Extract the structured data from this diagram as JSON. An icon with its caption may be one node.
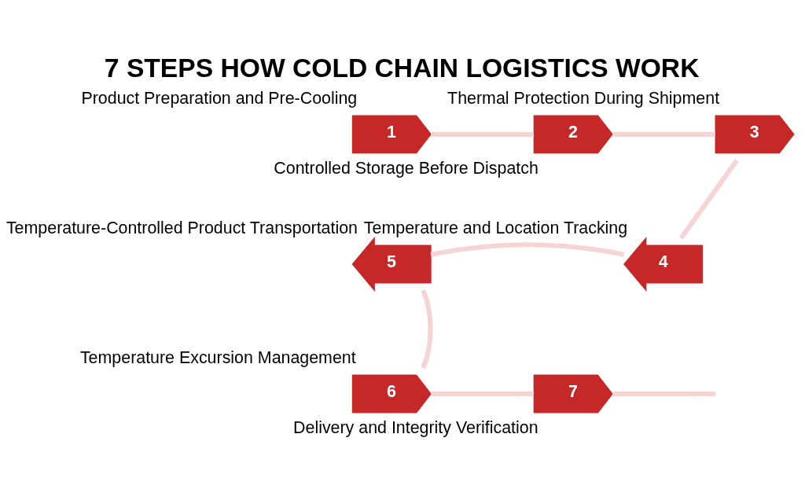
{
  "diagram": {
    "title": "7 STEPS HOW COLD CHAIN LOGISTICS WORK",
    "nodes": [
      {
        "text": [
          "1"
        ],
        "beside": [
          "Product Preparation and Pre-Cooling"
        ]
      },
      {
        "text": [
          "2"
        ],
        "beside": [
          "Controlled Storage Before Dispatch"
        ]
      },
      {
        "text": [
          "3"
        ],
        "beside": [
          "Thermal Protection During Shipment"
        ]
      },
      {
        "text": [
          "4"
        ],
        "beside": [
          "Temperature and Location Tracking"
        ]
      },
      {
        "text": [
          "5"
        ],
        "beside": [
          "Temperature-Controlled Product Transportation"
        ]
      },
      {
        "text": [
          "6"
        ],
        "beside": [
          "Temperature Excursion Management"
        ]
      },
      {
        "text": [
          "7"
        ],
        "beside": [
          "Delivery and Integrity Verification"
        ]
      }
    ],
    "edges": [
      {
        "from": 0,
        "to": 1,
        "arrow": "none"
      },
      {
        "from": 1,
        "to": 2,
        "arrow": "none"
      },
      {
        "from": 2,
        "to": 3,
        "arrow": "none"
      },
      {
        "from": 3,
        "to": 4,
        "arrow": "none"
      },
      {
        "from": 4,
        "to": 5,
        "arrow": "none"
      },
      {
        "from": 5,
        "to": 6,
        "arrow": "none"
      },
      {
        "from": 6,
        "to": null,
        "arrow": "none"
      }
    ]
  }
}
